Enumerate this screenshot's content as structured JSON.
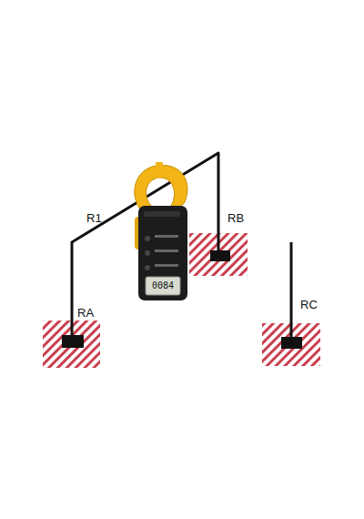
{
  "diagram": {
    "labels": [
      "R1",
      "RB",
      "RA",
      "RC",
      "0084"
    ]
  }
}
